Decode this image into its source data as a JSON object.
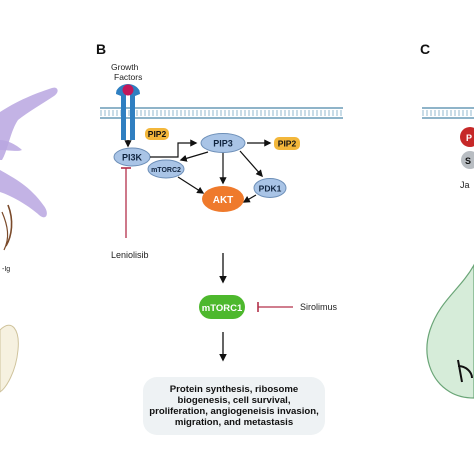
{
  "panels": {
    "b": "B",
    "c": "C"
  },
  "left_fragment_label": "-Ig",
  "growth_factors": [
    "Growth",
    "Factors"
  ],
  "nodes": {
    "pip2_in": "PIP2",
    "pip3": "PIP3",
    "pip2_out": "PIP2",
    "pi3k": "PI3K",
    "mtorc2": "mTORC2",
    "pdk1": "PDK1",
    "akt": "AKT",
    "mtorc1": "mTORC1"
  },
  "drugs": {
    "leniolisib": "Leniolisib",
    "sirolimus": "Sirolimus"
  },
  "outcome_lines": [
    "Protein synthesis, ribosome",
    "biogenesis, cell survival,",
    "proliferation, angiogeneisis invasion,",
    "migration, and metastasis"
  ],
  "panel_c_fragments": {
    "circle_red": "P",
    "circle_grey": "S",
    "text_ja": "Ja"
  },
  "colors": {
    "membrane": "#8fb4c9",
    "pi3k_blue": "#a9c4e6",
    "pip_yellow": "#f3b73b",
    "akt_orange": "#ef7a2c",
    "mtorc1_green": "#4db82d",
    "inhibitor_red": "#b3304a",
    "receptor_blue": "#2f7fc1",
    "ligand_pink": "#c2185b",
    "left_purple": "#b9a6e0",
    "right_green": "#d6ecd9"
  }
}
